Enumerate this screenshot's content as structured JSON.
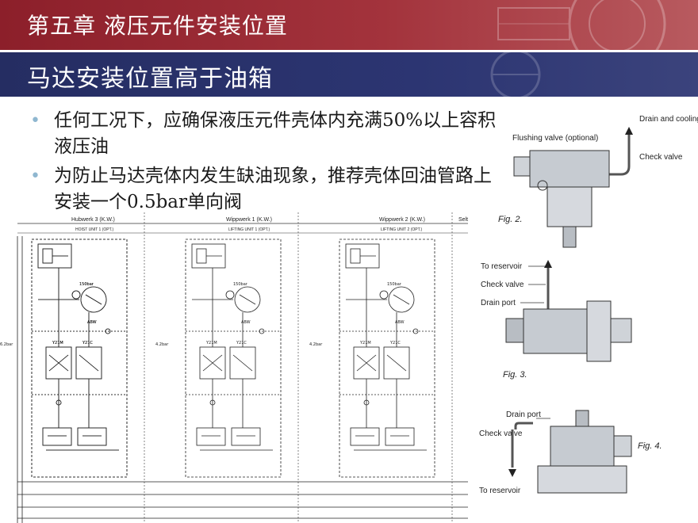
{
  "header": {
    "chapter_title": "第五章  液压元件安装位置",
    "slide_title": "马达安装位置高于油箱"
  },
  "bullets": [
    "任何工况下，应确保液压元件壳体内充满50%以上容积液压油",
    "为防止马达壳体内发生缺油现象，推荐壳体回油管路上安装一个0.5bar单向阀"
  ],
  "schematic": {
    "units": [
      {
        "title": "Hubwerk 3 (K.W.)",
        "subtitle": "HOIST UNIT 1 (OPT.)"
      },
      {
        "title": "Wippwerk 1 (K.W.)",
        "subtitle": "LIFTING UNIT 1 (OPT.)"
      },
      {
        "title": "Wippwerk 2 (K.W.)",
        "subtitle": "LIFTING UNIT 2 (OPT.)"
      }
    ],
    "extra_label": "Selt"
  },
  "figures": {
    "fig2": {
      "caption": "Fig. 2.",
      "labels": [
        "Flushing valve (optional)",
        "Drain and cooling flow to reservoir",
        "Check valve"
      ]
    },
    "fig3": {
      "caption": "Fig. 3.",
      "labels": [
        "To reservoir",
        "Check valve",
        "Drain port"
      ]
    },
    "fig4": {
      "caption": "Fig. 4.",
      "labels": [
        "Drain port",
        "Check valve",
        "To reservoir"
      ]
    }
  },
  "colors": {
    "top_band": "#8c1f2a",
    "sub_band": "#252d62",
    "bullet_dot": "#8fb7d0"
  }
}
